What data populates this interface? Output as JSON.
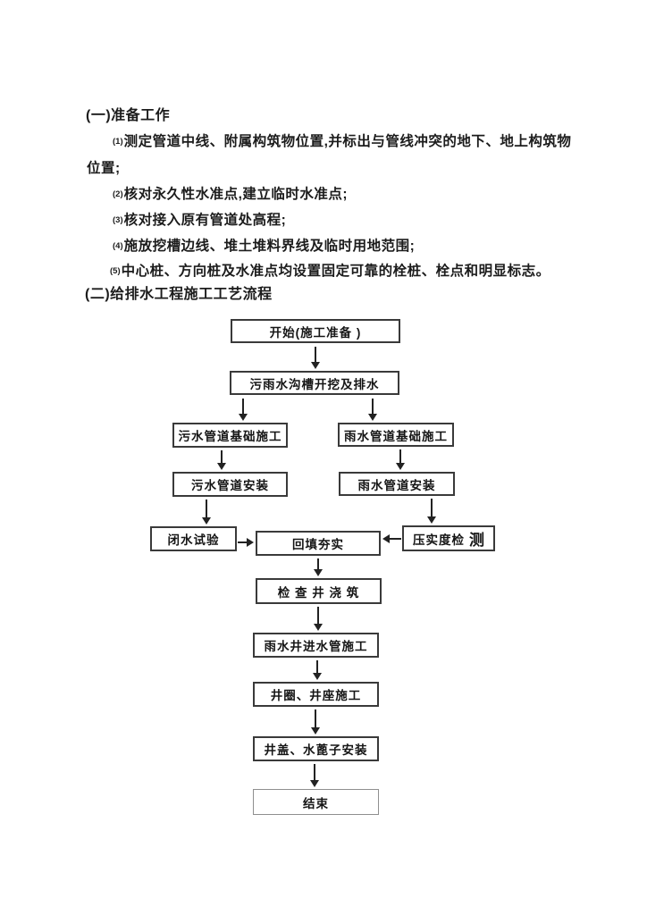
{
  "prep": {
    "heading": "(一)准备工作",
    "lines": [
      {
        "marker": "(1)",
        "text": "测定管道中线、附属构筑物位置,并标出与管线冲突的地下、地上构筑物"
      },
      {
        "marker": "",
        "text": "位置;"
      },
      {
        "marker": "(2)",
        "text": "核对永久性水准点,建立临时水准点;"
      },
      {
        "marker": "(3)",
        "text": "核对接入原有管道处高程;"
      },
      {
        "marker": "(4)",
        "text": "施放挖槽边线、堆土堆料界线及临时用地范围;"
      },
      {
        "marker": "(5)",
        "text": "中心桩、方向桩及水准点均设置固定可靠的栓桩、栓点和明显标志。"
      }
    ]
  },
  "flow": {
    "heading": "(二)给排水工程施工工艺流程",
    "nodes": {
      "start": "开始(施工准备 )",
      "trench": "污雨水沟槽开挖及排水",
      "sewage_foundation": "污水管道基础施工",
      "rain_foundation": "雨水管道基础施工",
      "sewage_install": "污水管道安装",
      "rain_install": "雨水管道安装",
      "water_test": "闭水试验",
      "backfill": "回填夯实",
      "compaction_main": "压实度检",
      "compaction_suffix": "测",
      "inspection_well": "检 查 井 浇 筑",
      "rain_inlet": "雨水井进水管施工",
      "well_ring": "井圈、井座施工",
      "well_cover": "井盖、水蓖子安装",
      "end": "结束"
    }
  },
  "colors": {
    "text": "#1c1c1c",
    "box_border": "#3a3a3a"
  }
}
